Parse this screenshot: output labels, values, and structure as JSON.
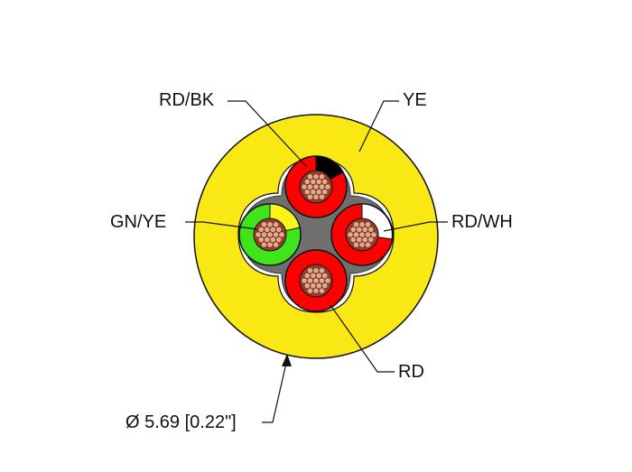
{
  "diagram": {
    "type": "cable cross-section",
    "labels": {
      "top_left": "RD/BK",
      "top_right": "YE",
      "left": "GN/YE",
      "right": "RD/WH",
      "bottom": "RD",
      "diameter": "Ø 5.69 [0.22\"]"
    },
    "colors": {
      "jacket": "#f9e814",
      "red": "#ff0000",
      "black": "#000000",
      "white": "#ffffff",
      "green": "#3fe41b",
      "yellow": "#f9f51a",
      "core_gray": "#7a7a7a",
      "copper": "#e8a88a"
    }
  }
}
